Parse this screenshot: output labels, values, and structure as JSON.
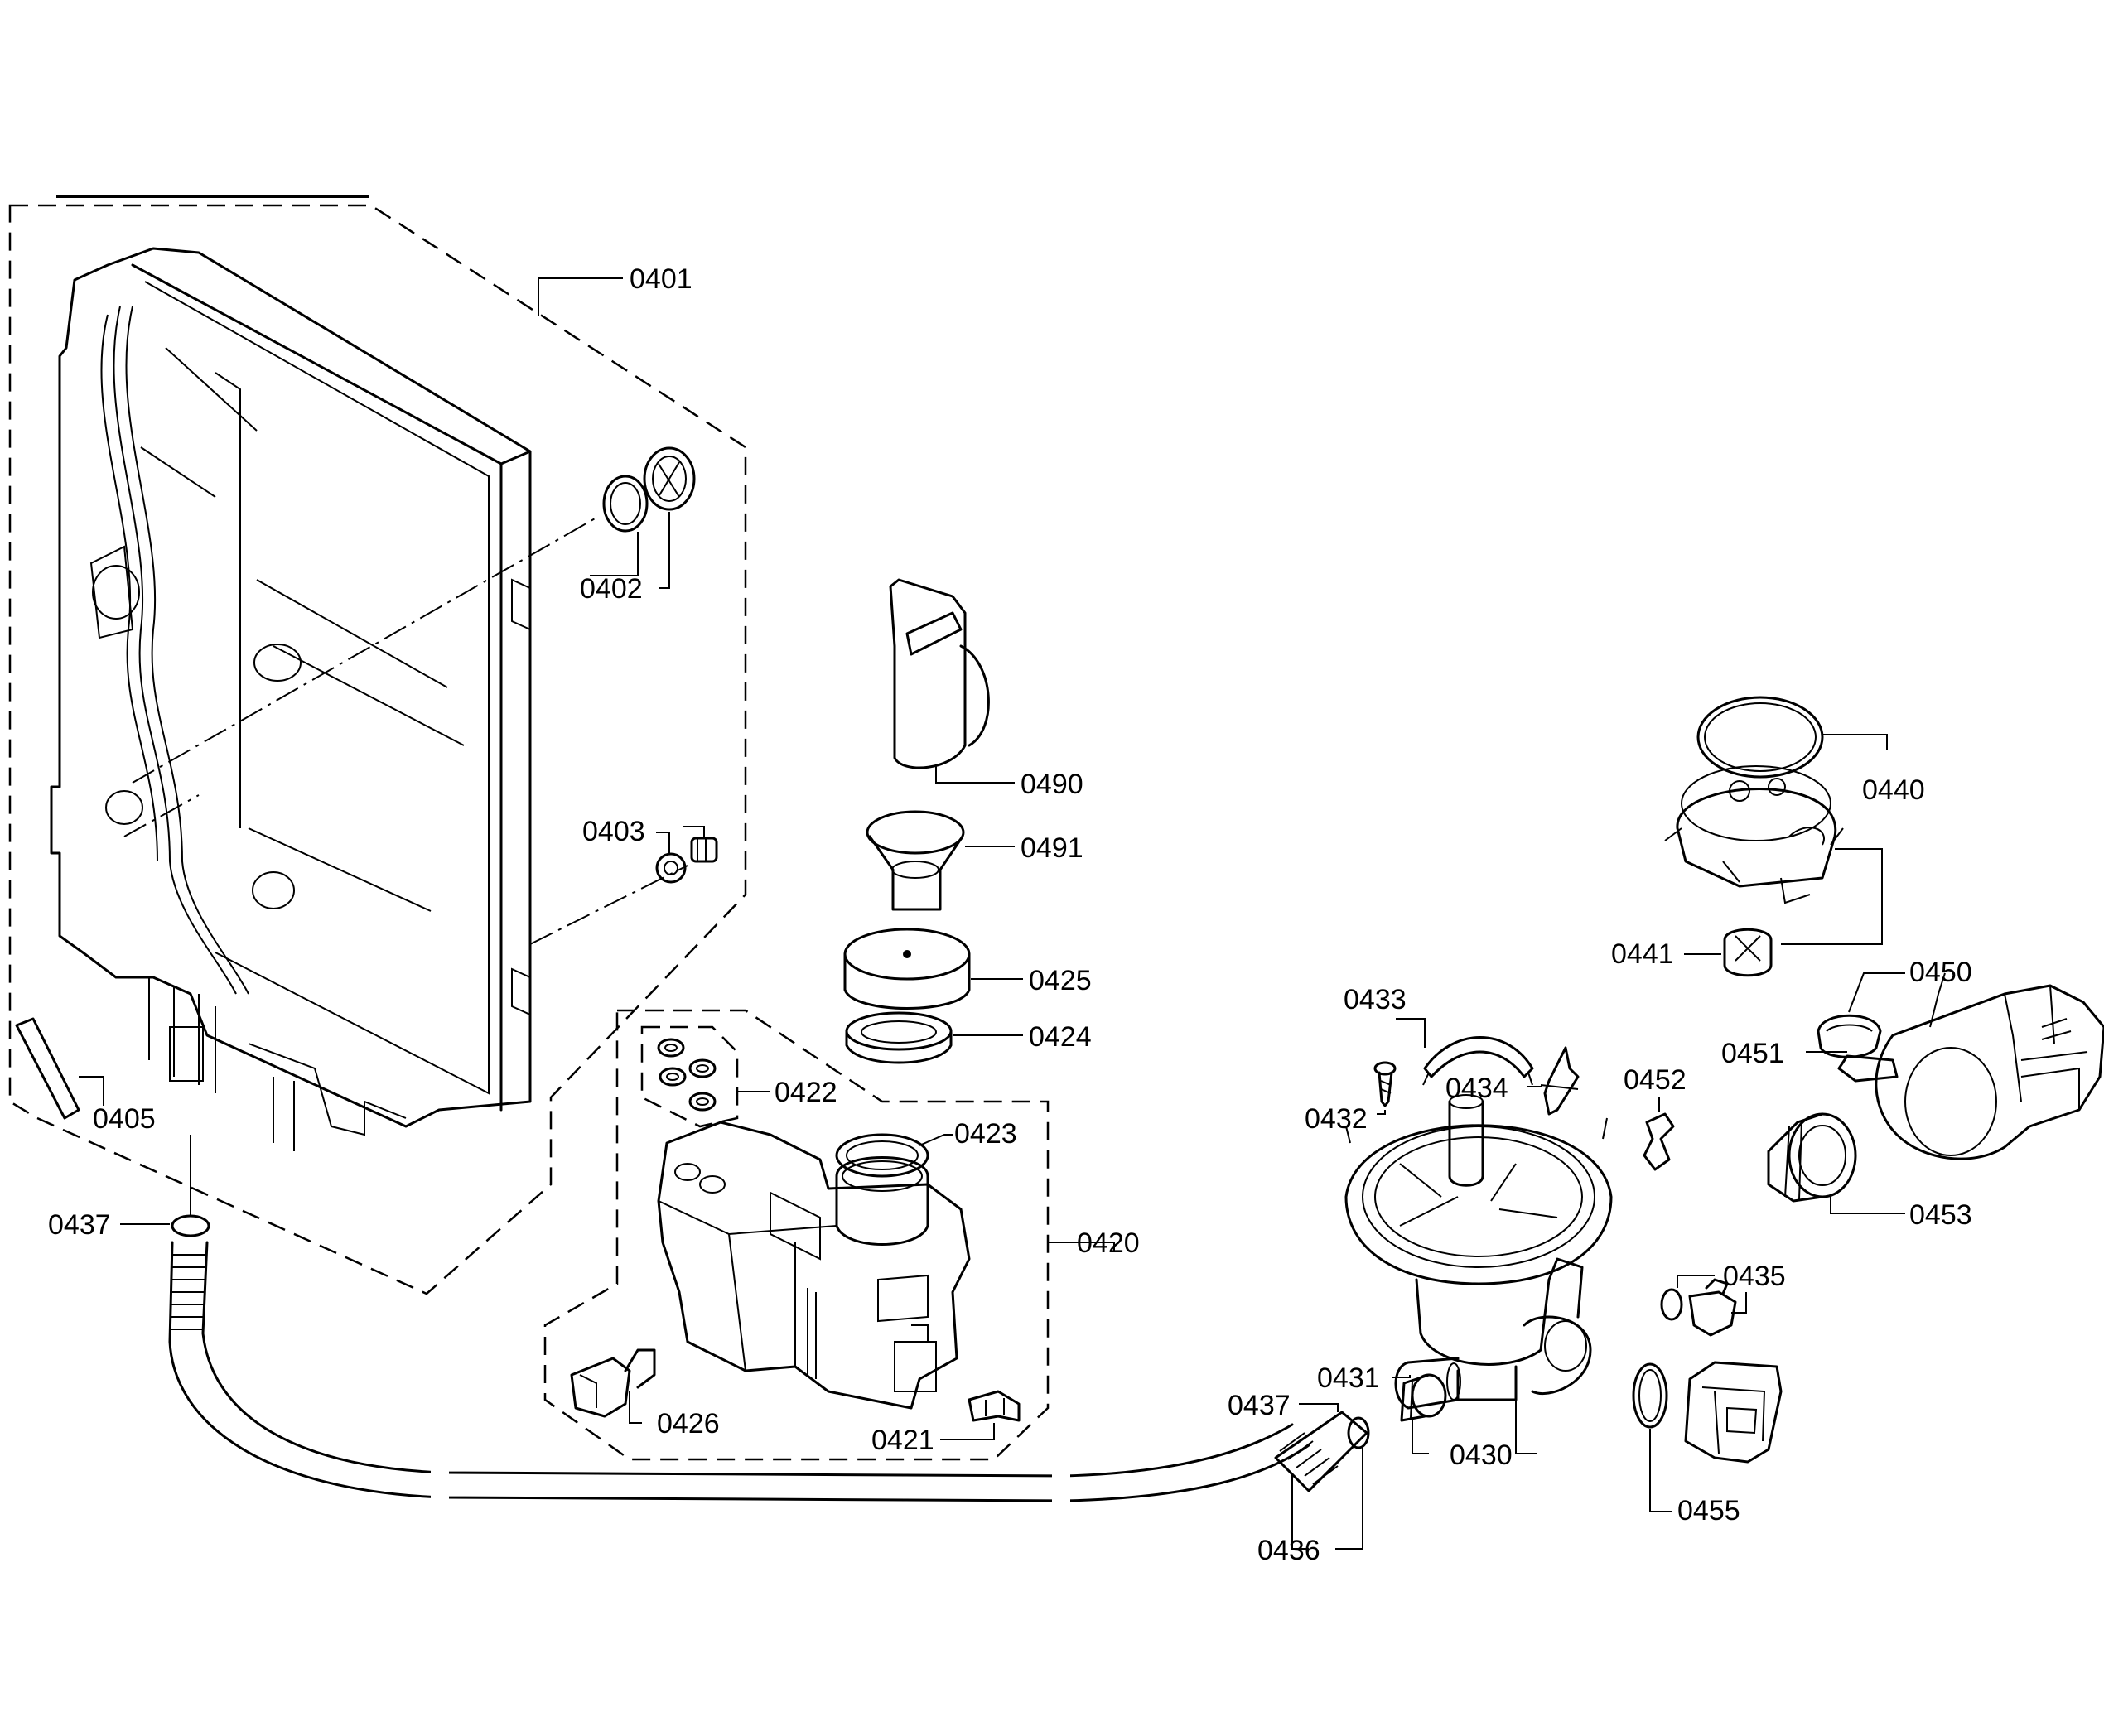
{
  "labels": {
    "p0401": "0401",
    "p0402": "0402",
    "p0403": "0403",
    "p0405": "0405",
    "p0437a": "0437",
    "p0490": "0490",
    "p0491": "0491",
    "p0425": "0425",
    "p0424": "0424",
    "p0422": "0422",
    "p0423": "0423",
    "p0420": "0420",
    "p0426": "0426",
    "p0421": "0421",
    "p0440": "0440",
    "p0441": "0441",
    "p0450": "0450",
    "p0451": "0451",
    "p0433": "0433",
    "p0432": "0432",
    "p0434": "0434",
    "p0452": "0452",
    "p0453": "0453",
    "p0435": "0435",
    "p0431": "0431",
    "p0437b": "0437",
    "p0430": "0430",
    "p0455": "0455",
    "p0436": "0436"
  }
}
